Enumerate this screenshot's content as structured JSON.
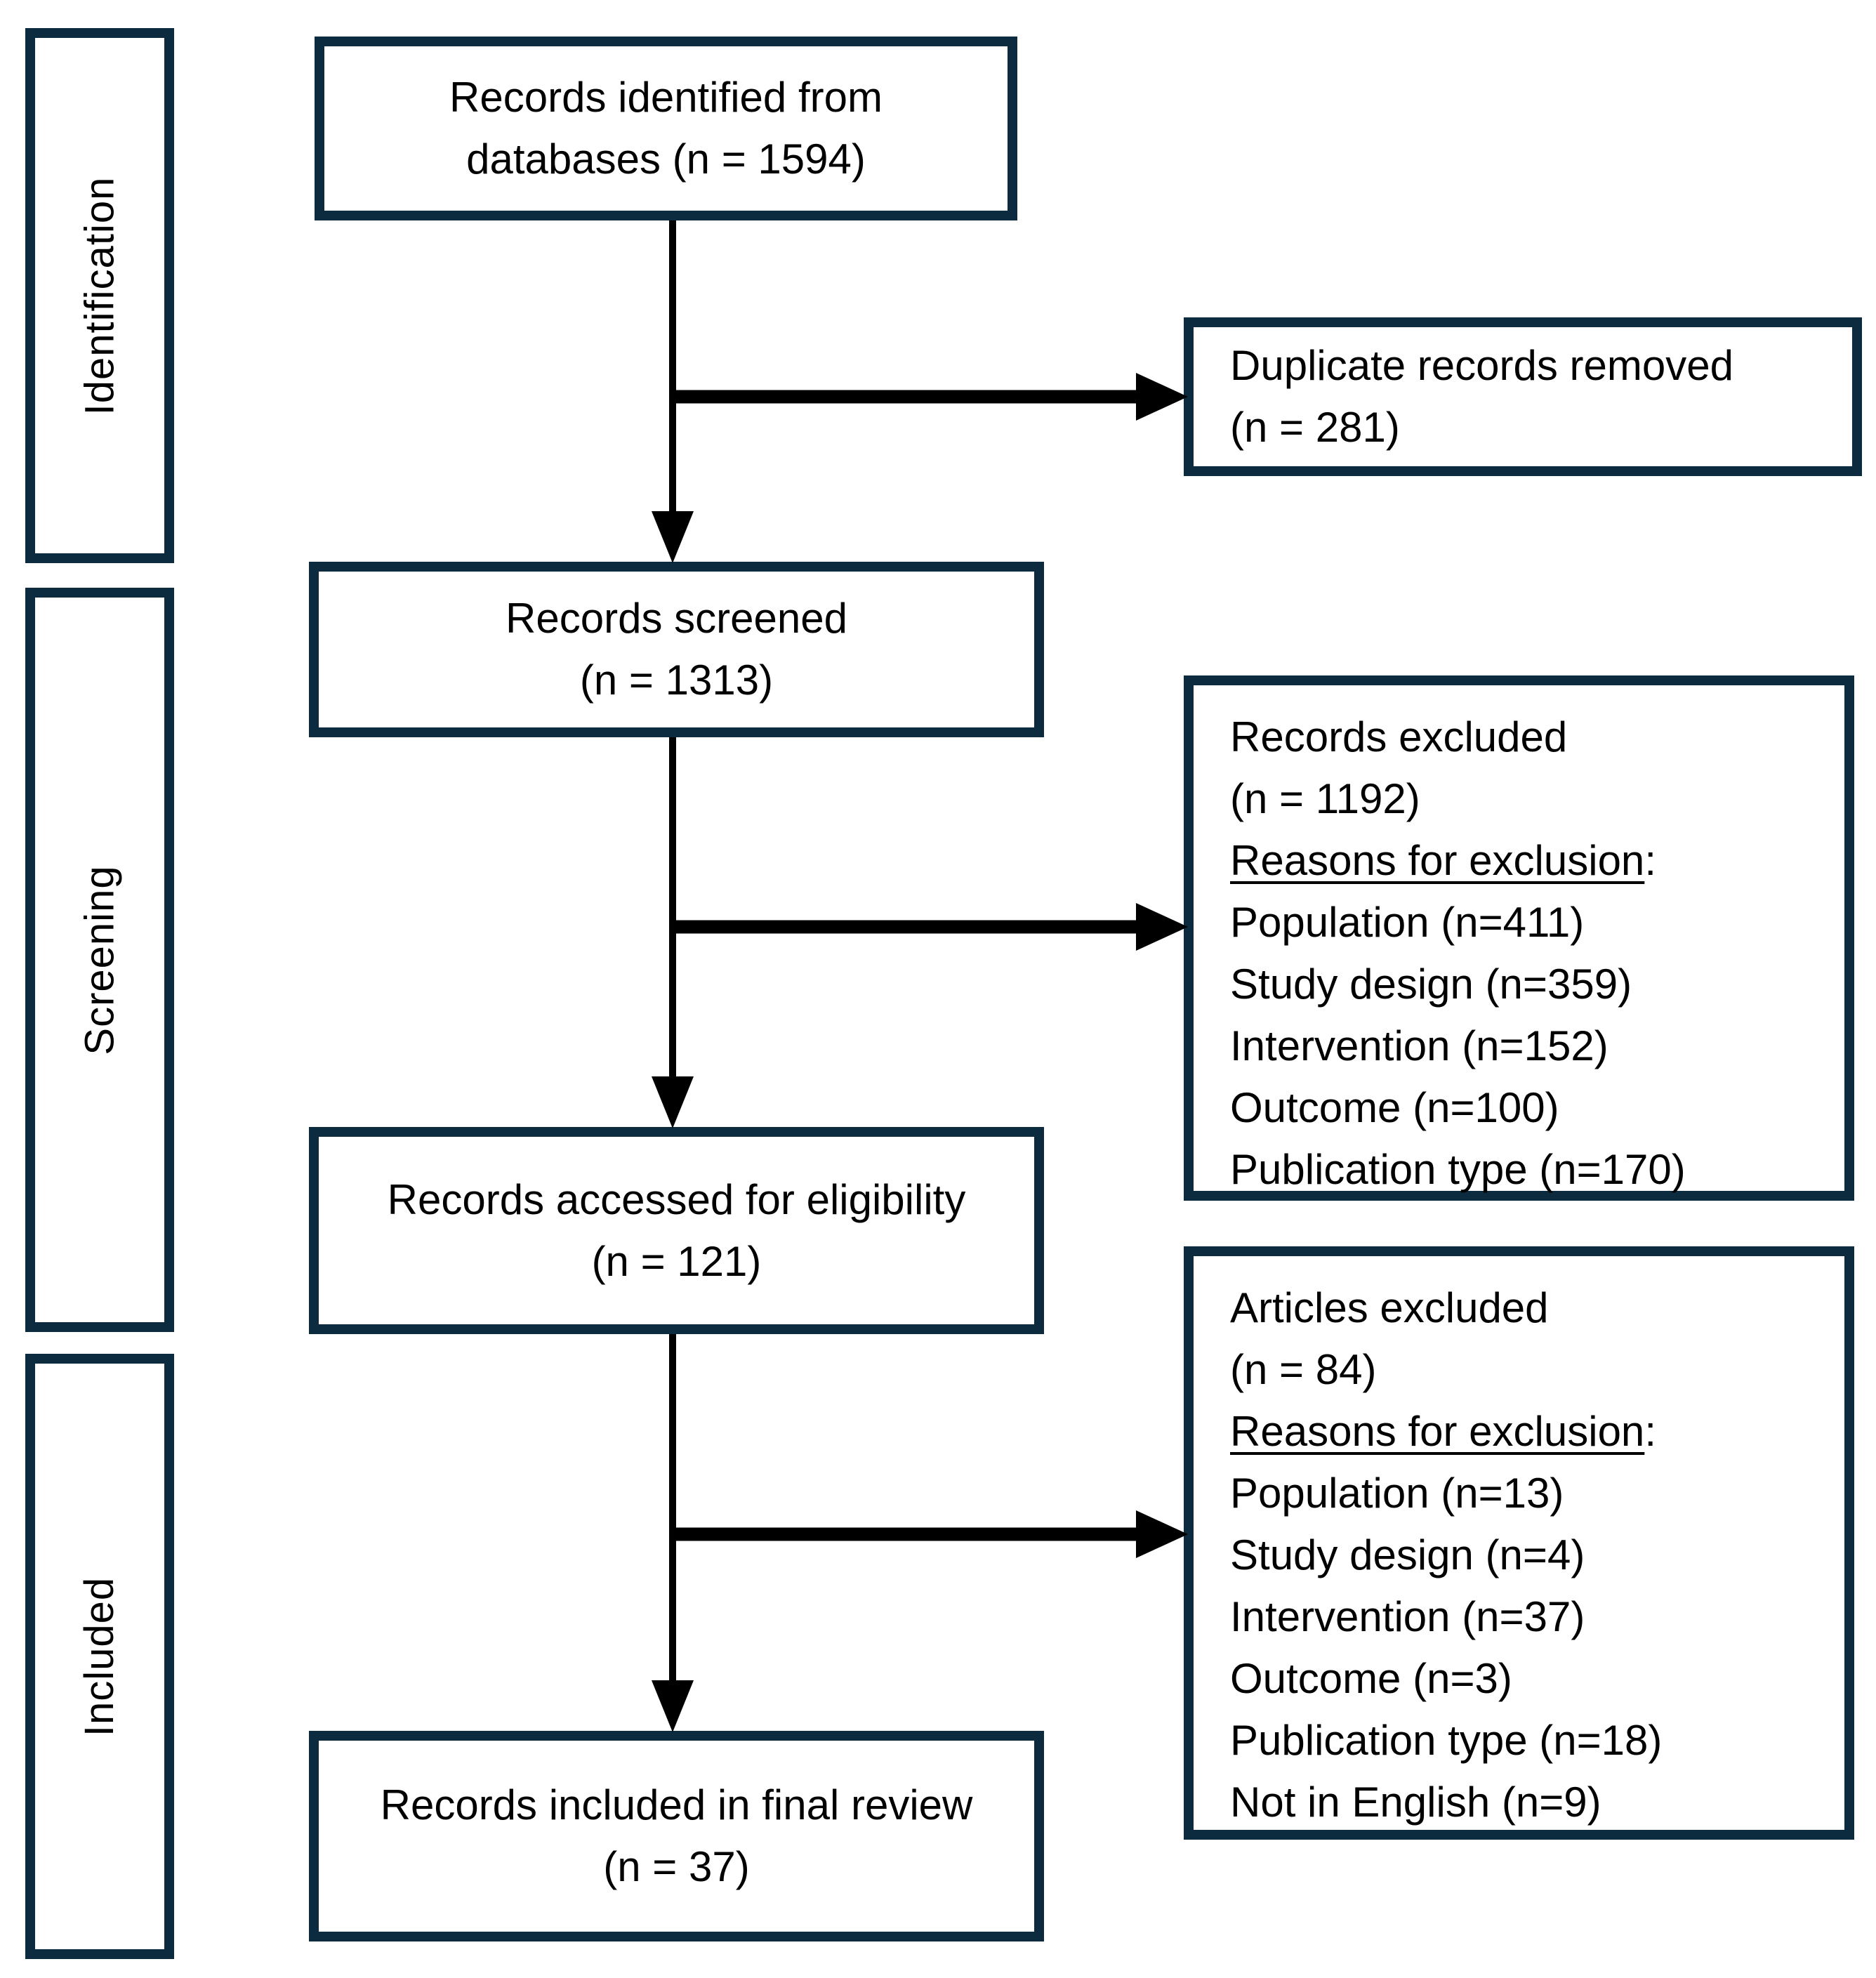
{
  "diagram_type": "PRISMA flow diagram",
  "colors": {
    "box_border": "#0d2b3e",
    "text": "#000000",
    "arrow": "#000000",
    "background": "#ffffff"
  },
  "stages": {
    "identification": "Identification",
    "screening": "Screening",
    "included": "Included"
  },
  "boxes": {
    "identified": {
      "line1": "Records identified from",
      "line2": "databases (n = 1594)",
      "n": 1594
    },
    "screened": {
      "line1": "Records screened",
      "line2": "(n = 1313)",
      "n": 1313
    },
    "eligibility": {
      "line1": "Records accessed for eligibility",
      "line2": "(n = 121)",
      "n": 121
    },
    "included_final": {
      "line1": "Records included in final review",
      "line2": "(n = 37)",
      "n": 37
    },
    "duplicates_removed": {
      "line1": "Duplicate records removed",
      "line2": "(n = 281)",
      "n": 281
    },
    "records_excluded": {
      "title": "Records excluded",
      "n_line": "(n = 1192)",
      "n": 1192,
      "reasons_heading": "Reasons for exclusion",
      "colon": ":",
      "reasons": [
        "Population (n=411)",
        "Study design (n=359)",
        "Intervention (n=152)",
        "Outcome (n=100)",
        "Publication type (n=170)"
      ]
    },
    "articles_excluded": {
      "title": "Articles excluded",
      "n_line": "(n = 84)",
      "n": 84,
      "reasons_heading": "Reasons for exclusion",
      "colon": ":",
      "reasons": [
        "Population (n=13)",
        "Study design (n=4)",
        "Intervention (n=37)",
        "Outcome (n=3)",
        "Publication type (n=18)",
        "Not in English (n=9)"
      ]
    }
  }
}
